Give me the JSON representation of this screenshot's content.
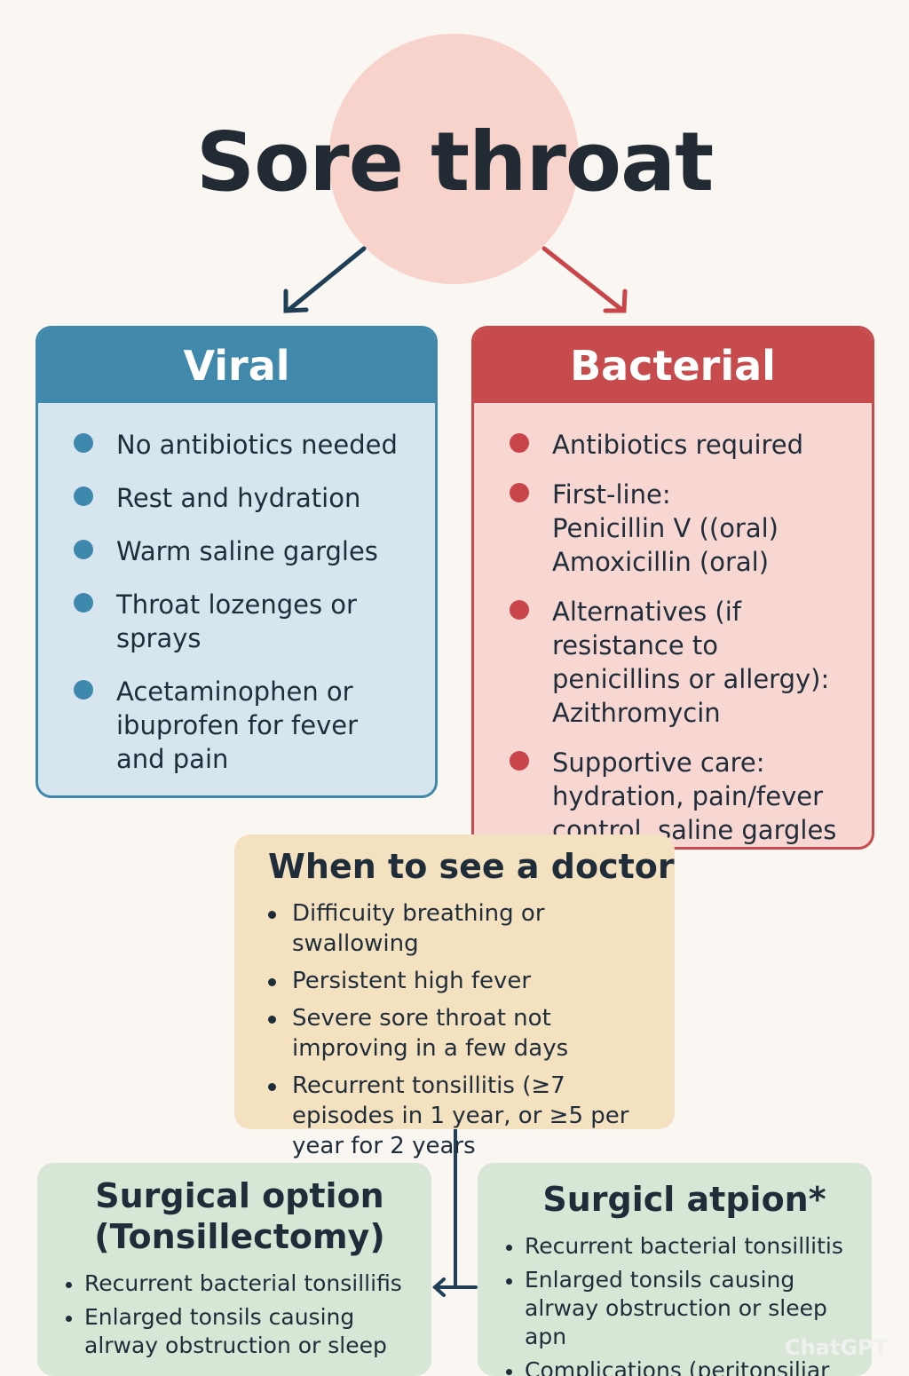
{
  "title": "Sore throat",
  "colors": {
    "viral": "#4089ad",
    "bacterial": "#c74a4c",
    "doctor": "#f4e1c0",
    "surgical": "#d8e6d6",
    "title_circle": "#f8d3cc"
  },
  "viral": {
    "heading": "Viral",
    "items": [
      "No antibiotics needed",
      "Rest and hydration",
      "Warm saline gargles",
      "Throat lozenges or sprays",
      "Acetaminophen or ibuprofen for fever and pain"
    ]
  },
  "bacterial": {
    "heading": "Bacterial",
    "items": [
      "Antibiotics required",
      "First-line: Penicillin V ((oral) Amoxicillin (oral)",
      "Alternatives (if resistance to penicillins or allergy): Azithromycin",
      "Supportive care: hydration, pain/fever control, saline gargles"
    ]
  },
  "doctor": {
    "heading": "When to see a doctor",
    "items": [
      "Difficuity breathing or swallowing",
      "Persistent high fever",
      "Severe sore throat not improving in a few days",
      "Recurrent tonsillitis (≥7 episodes in 1 year, or ≥5 per year for 2 years"
    ]
  },
  "surgical_left": {
    "heading": "Surgical option (Tonsillectomy)",
    "items": [
      "Recurrent bacterial tonsillifis",
      "Enlarged tonsils causing alrway obstruction or sleep"
    ]
  },
  "surgical_right": {
    "heading": "Surgicl atpion*",
    "items": [
      "Recurrent bacterial tonsillitis",
      "Enlarged tonsils causing alrway obstruction or sleep apn",
      "Complications (peritonsiliar"
    ]
  },
  "watermark": "ChatGPT"
}
